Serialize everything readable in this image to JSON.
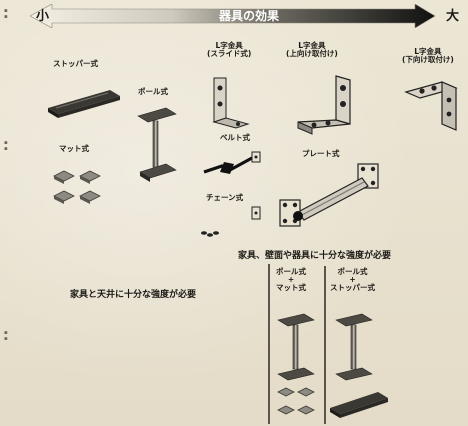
{
  "header": {
    "small_label": "小",
    "title": "器具の効果",
    "large_label": "大"
  },
  "fixtures": {
    "stopper": "ストッパー式",
    "pole": "ポール式",
    "mat": "マット式",
    "l_slide": [
      "L字金具",
      "(スライド式)"
    ],
    "belt": "ベルト式",
    "chain": "チェーン式",
    "l_up": [
      "L字金具",
      "(上向け取付け)"
    ],
    "l_down": [
      "L字金具",
      "(下向け取付け)"
    ],
    "plate": "プレート式"
  },
  "notes": {
    "wall_strength": "家具、壁面や器具に十分な強度が必要",
    "ceiling_strength": "家具と天井に十分な強度が必要"
  },
  "combos": {
    "pole_mat": [
      "ポール式",
      "+",
      "マット式"
    ],
    "pole_stopper": [
      "ポール式",
      "+",
      "ストッパー式"
    ]
  }
}
